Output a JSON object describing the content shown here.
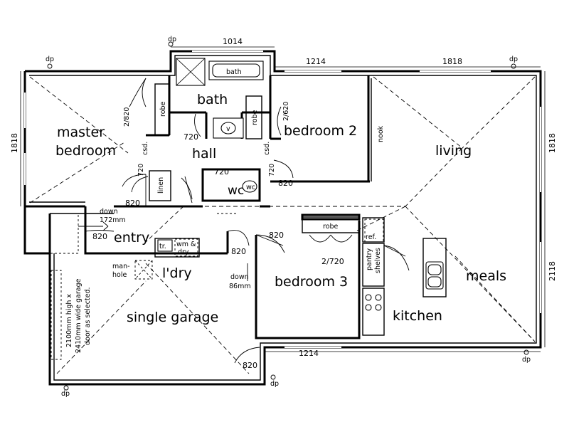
{
  "rooms": {
    "master_bedroom_1": "master",
    "master_bedroom_2": "bedroom",
    "bath": "bath",
    "bedroom_2": "bedroom 2",
    "living": "living",
    "hall": "hall",
    "wc": "wc",
    "entry": "entry",
    "laundry": "l'dry",
    "bedroom_3": "bedroom 3",
    "meals": "meals",
    "kitchen": "kitchen",
    "single_garage": "single garage"
  },
  "fixtures": {
    "bath_tub": "bath",
    "robe_master": "robe",
    "robe_bed2": "robe",
    "robe_bed3": "robe",
    "linen": "linen",
    "wc_pan": "wc",
    "vanity": "v",
    "tub_laundry": "tr.",
    "wm_1": "wm &",
    "wm_2": "dry.",
    "manhole_1": "man-",
    "manhole_2": "hole",
    "fridge": "ref.",
    "pantry": "pantry",
    "shelves": "shelves",
    "csd_1": "csd.",
    "csd_2": "csd.",
    "nook": "nook"
  },
  "dimensions": {
    "top_bath": "1014",
    "top_mid": "1214",
    "top_right": "1818",
    "left": "1818",
    "right_top": "1818",
    "right_bottom": "2118",
    "bottom": "1214"
  },
  "doors": {
    "master": "2/820",
    "bed2": "2/620",
    "hall_720": "720",
    "csd_720_left": "720",
    "csd_720_right": "720",
    "wc_720": "720",
    "linen_820": "820",
    "bed2_820": "820",
    "entry_820": "820",
    "bed3_820": "820",
    "laundry_820": "820",
    "robe3_720": "2/720",
    "garage_820": "820"
  },
  "notes": {
    "down_172_1": "down",
    "down_172_2": "172mm",
    "down_86_1": "down",
    "down_86_2": "86mm",
    "garage_door_1": "2100mm high x",
    "garage_door_2": "2410mm wide garage",
    "garage_door_3": "door as selected."
  },
  "downpipes": [
    "dp",
    "dp",
    "dp",
    "dp",
    "dp",
    "dp"
  ]
}
